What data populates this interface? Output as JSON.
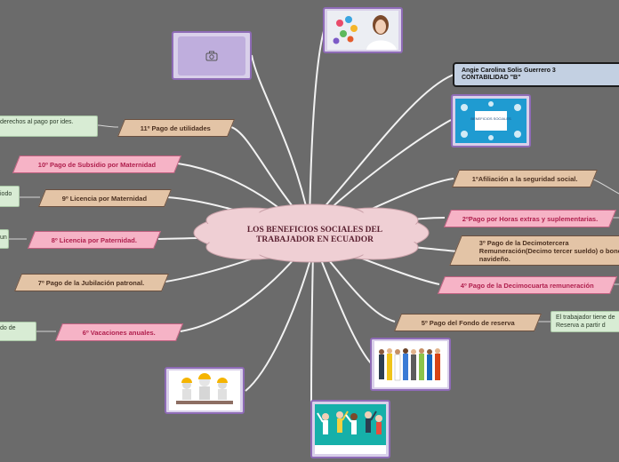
{
  "title": "LOS BENEFICIOS SOCIALES DEL TRABAJADOR EN ECUADOR",
  "author": {
    "line1": "Angie Carolina Solis Guerrero 3",
    "line2": "CONTABILIDAD \"B\""
  },
  "topics": {
    "t11": "11º Pago de utilidades",
    "t10": "10º Pago de Subsidio por Maternidad",
    "t9": "9º Licencia por Maternidad",
    "t8": "8º Licencia por Paternidad.",
    "t7": "7º Pago de la Jubilación patronal.",
    "t6": "6º Vacaciones anuales.",
    "t1": "1ºAfiliación a la seguridad social.",
    "t2": "2ºPago por Horas extras y suplementarias.",
    "t3": "3º Pago de la Decimotercera Remuneración(Decimo tercer sueldo) o bono navideño.",
    "t4": "4º Pago de la Decimocuarta remuneración",
    "t5": "5º Pago del Fondo de reserva"
  },
  "notes": {
    "n11": "derechos al pago por ides.",
    "n9": "iodo",
    "n8": "un",
    "n6": "do de",
    "n5": "El trabajador tiene de Reserva a partir d"
  },
  "images": {
    "top_center_caption": "BENEFICIOS SOCIALES"
  }
}
